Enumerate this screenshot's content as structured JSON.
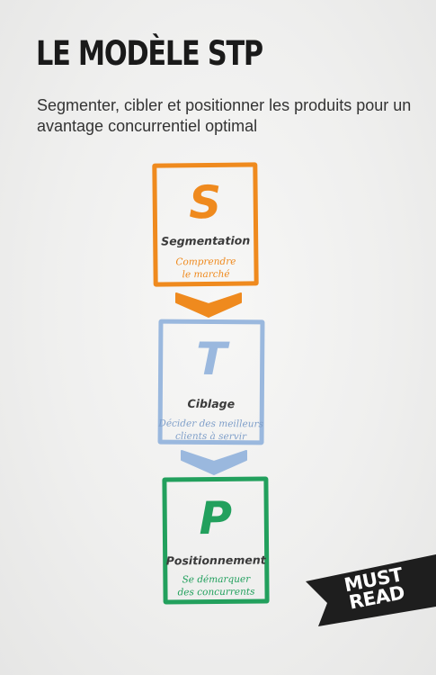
{
  "title": "LE MODÈLE STP",
  "subtitle": "Segmenter, cibler et positionner les produits pour un avantage concurrentiel optimal",
  "steps": [
    {
      "letter": "S",
      "label": "Segmentation",
      "desc": [
        "Comprendre",
        "le marché"
      ],
      "color": "#ef8a1e"
    },
    {
      "letter": "T",
      "label": "Ciblage",
      "desc": [
        "Décider des meilleurs",
        "clients à servir"
      ],
      "color": "#9ab8de"
    },
    {
      "letter": "P",
      "label": "Positionnement",
      "desc": [
        "Se démarquer",
        "des concurrents"
      ],
      "color": "#22a05d"
    }
  ],
  "badge": {
    "line1": "MUST",
    "line2": "READ",
    "color": "#1e1e1e"
  },
  "icons": [
    "chevron-down-icon",
    "chevron-down-icon"
  ]
}
